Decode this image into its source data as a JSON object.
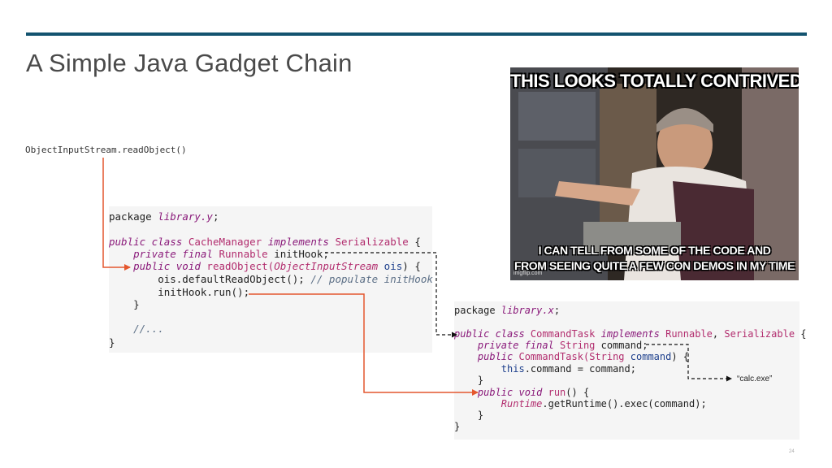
{
  "colors": {
    "accent_bar": "#13536f",
    "flow_arrow": "#e4572e",
    "code_bg": "#f5f5f5"
  },
  "slide": {
    "title": "A Simple Java Gadget Chain",
    "entry_call": "ObjectInputStream.readObject()",
    "page_number": "24",
    "arg_value": "“calc.exe”"
  },
  "code1": {
    "l1": {
      "a": "package ",
      "b": "library.y",
      "c": ";"
    },
    "l2": {
      "a": "public class ",
      "b": "CacheManager ",
      "c": "implements ",
      "d": "Serializable",
      "e": " {"
    },
    "l3": {
      "a": "    private final ",
      "b": "Runnable",
      "c": " initHook;"
    },
    "l4": {
      "a": "    public void ",
      "b": "readObject(",
      "c": "ObjectInputStream",
      "d": " ois",
      "e": ") {"
    },
    "l5": {
      "a": "        ois.defaultReadObject(); ",
      "b": "// populate initHook"
    },
    "l6": "        initHook.run();",
    "l7": "    }",
    "l8": "    //...",
    "l9": "}"
  },
  "code2": {
    "l1": {
      "a": "package ",
      "b": "library.x",
      "c": ";"
    },
    "l2": {
      "a": "public class ",
      "b": "CommandTask ",
      "c": "implements ",
      "d": "Runnable",
      "e": ", ",
      "f": "Serializable",
      "g": " {"
    },
    "l3": {
      "a": "    private final ",
      "b": "String",
      "c": " command;"
    },
    "l4": {
      "a": "    public ",
      "b": "CommandTask(",
      "c": "String",
      "d": " command",
      "e": ") {"
    },
    "l5": {
      "a": "        ",
      "b": "this",
      "c": ".command = command;"
    },
    "l6": "    }",
    "l7": {
      "a": "    public void ",
      "b": "run",
      "c": "() {"
    },
    "l8": {
      "a": "        ",
      "b": "Runtime",
      "c": ".getRuntime().exec(command);"
    },
    "l9": "    }",
    "l10": "}"
  },
  "meme": {
    "top_text": "THIS LOOKS TOTALLY CONTRIVED",
    "bottom_line1": "I CAN TELL FROM SOME OF THE CODE AND",
    "bottom_line2": "FROM SEEING QUITE A FEW CON DEMOS IN MY TIME",
    "watermark": "imgflip.com"
  }
}
